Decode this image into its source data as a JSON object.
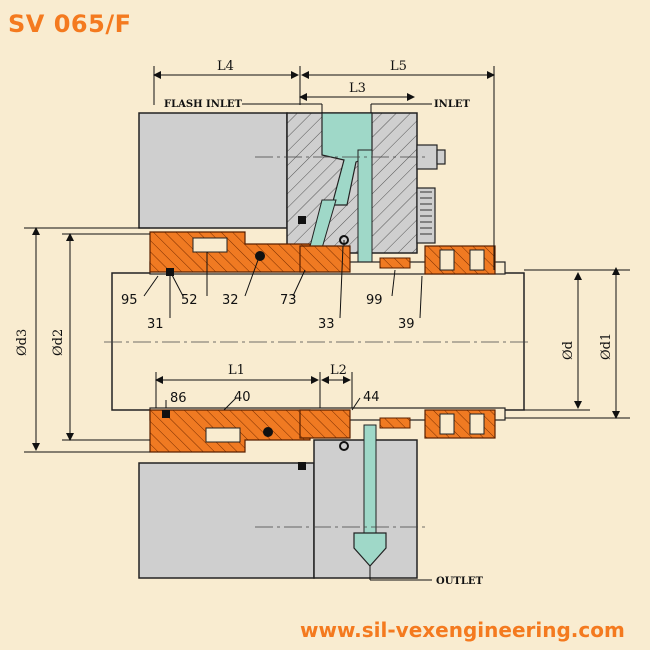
{
  "title": "SV 065/F",
  "website": "www.sil-vexengineering.com",
  "dimensions": {
    "L4": "L4",
    "L5": "L5",
    "L3": "L3",
    "L1": "L1",
    "L2": "L2",
    "d3": "Ød3",
    "d2": "Ød2",
    "d": "Ød",
    "d1": "Ød1"
  },
  "ports": {
    "flash_inlet": "FLASH INLET",
    "inlet": "INLET",
    "outlet": "OUTLET"
  },
  "callouts": {
    "p95": "95",
    "p31": "31",
    "p52": "52",
    "p32": "32",
    "p73": "73",
    "p33": "33",
    "p99": "99",
    "p39": "39",
    "p86": "86",
    "p40": "40",
    "p44": "44"
  },
  "colors": {
    "background": "#f9ecd0",
    "brand": "#f47a1f",
    "housing": "#cfcfcf",
    "seal_parts": "#f07a22",
    "fluid": "#9fd8c8"
  }
}
